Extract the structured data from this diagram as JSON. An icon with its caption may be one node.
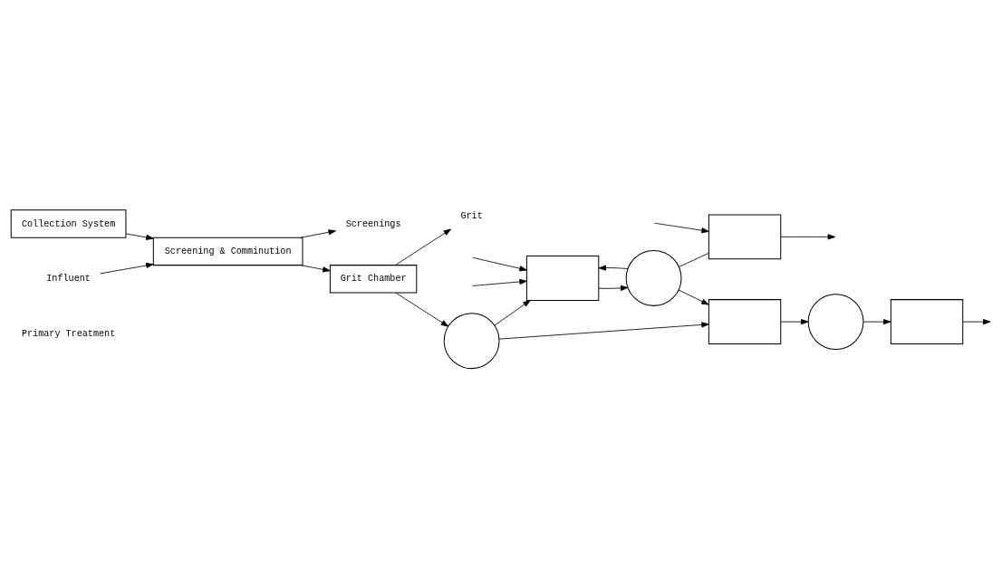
{
  "diagram": {
    "nodes": [
      {
        "text": [
          "Collection System"
        ]
      },
      {
        "text": [
          "Influent"
        ]
      },
      {
        "text": [
          "Screening & Comminution"
        ]
      },
      {
        "text": [
          "Screenings"
        ]
      },
      {
        "text": [
          "Grit Chamber"
        ]
      },
      {
        "text": [
          "Grit"
        ]
      },
      {
        "text": [],
        "shape": "circle"
      },
      {
        "text": [],
        "shape": "box"
      },
      {
        "text": [],
        "shape": "circle"
      },
      {
        "text": [],
        "shape": "box"
      },
      {
        "text": [],
        "shape": "box"
      },
      {
        "text": [],
        "shape": "circle"
      },
      {
        "text": [],
        "shape": "box"
      }
    ],
    "edges": [
      {
        "from": 0,
        "to": 2,
        "arrow": "to"
      },
      {
        "from": 1,
        "to": 2,
        "arrow": "to"
      },
      {
        "from": 2,
        "to": 3,
        "arrow": "to"
      },
      {
        "from": 2,
        "to": 4,
        "arrow": "to"
      },
      {
        "from": 4,
        "to": 5,
        "arrow": "to"
      },
      {
        "from": 4,
        "to": 6,
        "arrow": "to"
      },
      {
        "from": 6,
        "to": 7,
        "arrow": "to"
      },
      {
        "from": null,
        "to": 7,
        "arrow": "to"
      },
      {
        "from": null,
        "to": 7,
        "arrow": "to"
      },
      {
        "from": 7,
        "to": 8,
        "arrow": "to"
      },
      {
        "from": 8,
        "to": 9,
        "arrow": "none"
      },
      {
        "from": null,
        "to": 9,
        "arrow": "to"
      },
      {
        "from": 9,
        "to": null,
        "arrow": "to"
      },
      {
        "from": 8,
        "to": 7,
        "arrow": "to"
      },
      {
        "from": 6,
        "to": 10,
        "arrow": "to"
      },
      {
        "from": 8,
        "to": 10,
        "arrow": "to"
      },
      {
        "from": 10,
        "to": 11,
        "arrow": "to"
      },
      {
        "from": 11,
        "to": 12,
        "arrow": "to"
      },
      {
        "from": 12,
        "to": null,
        "arrow": "to"
      }
    ],
    "labels": [
      "Primary Treatment"
    ]
  }
}
